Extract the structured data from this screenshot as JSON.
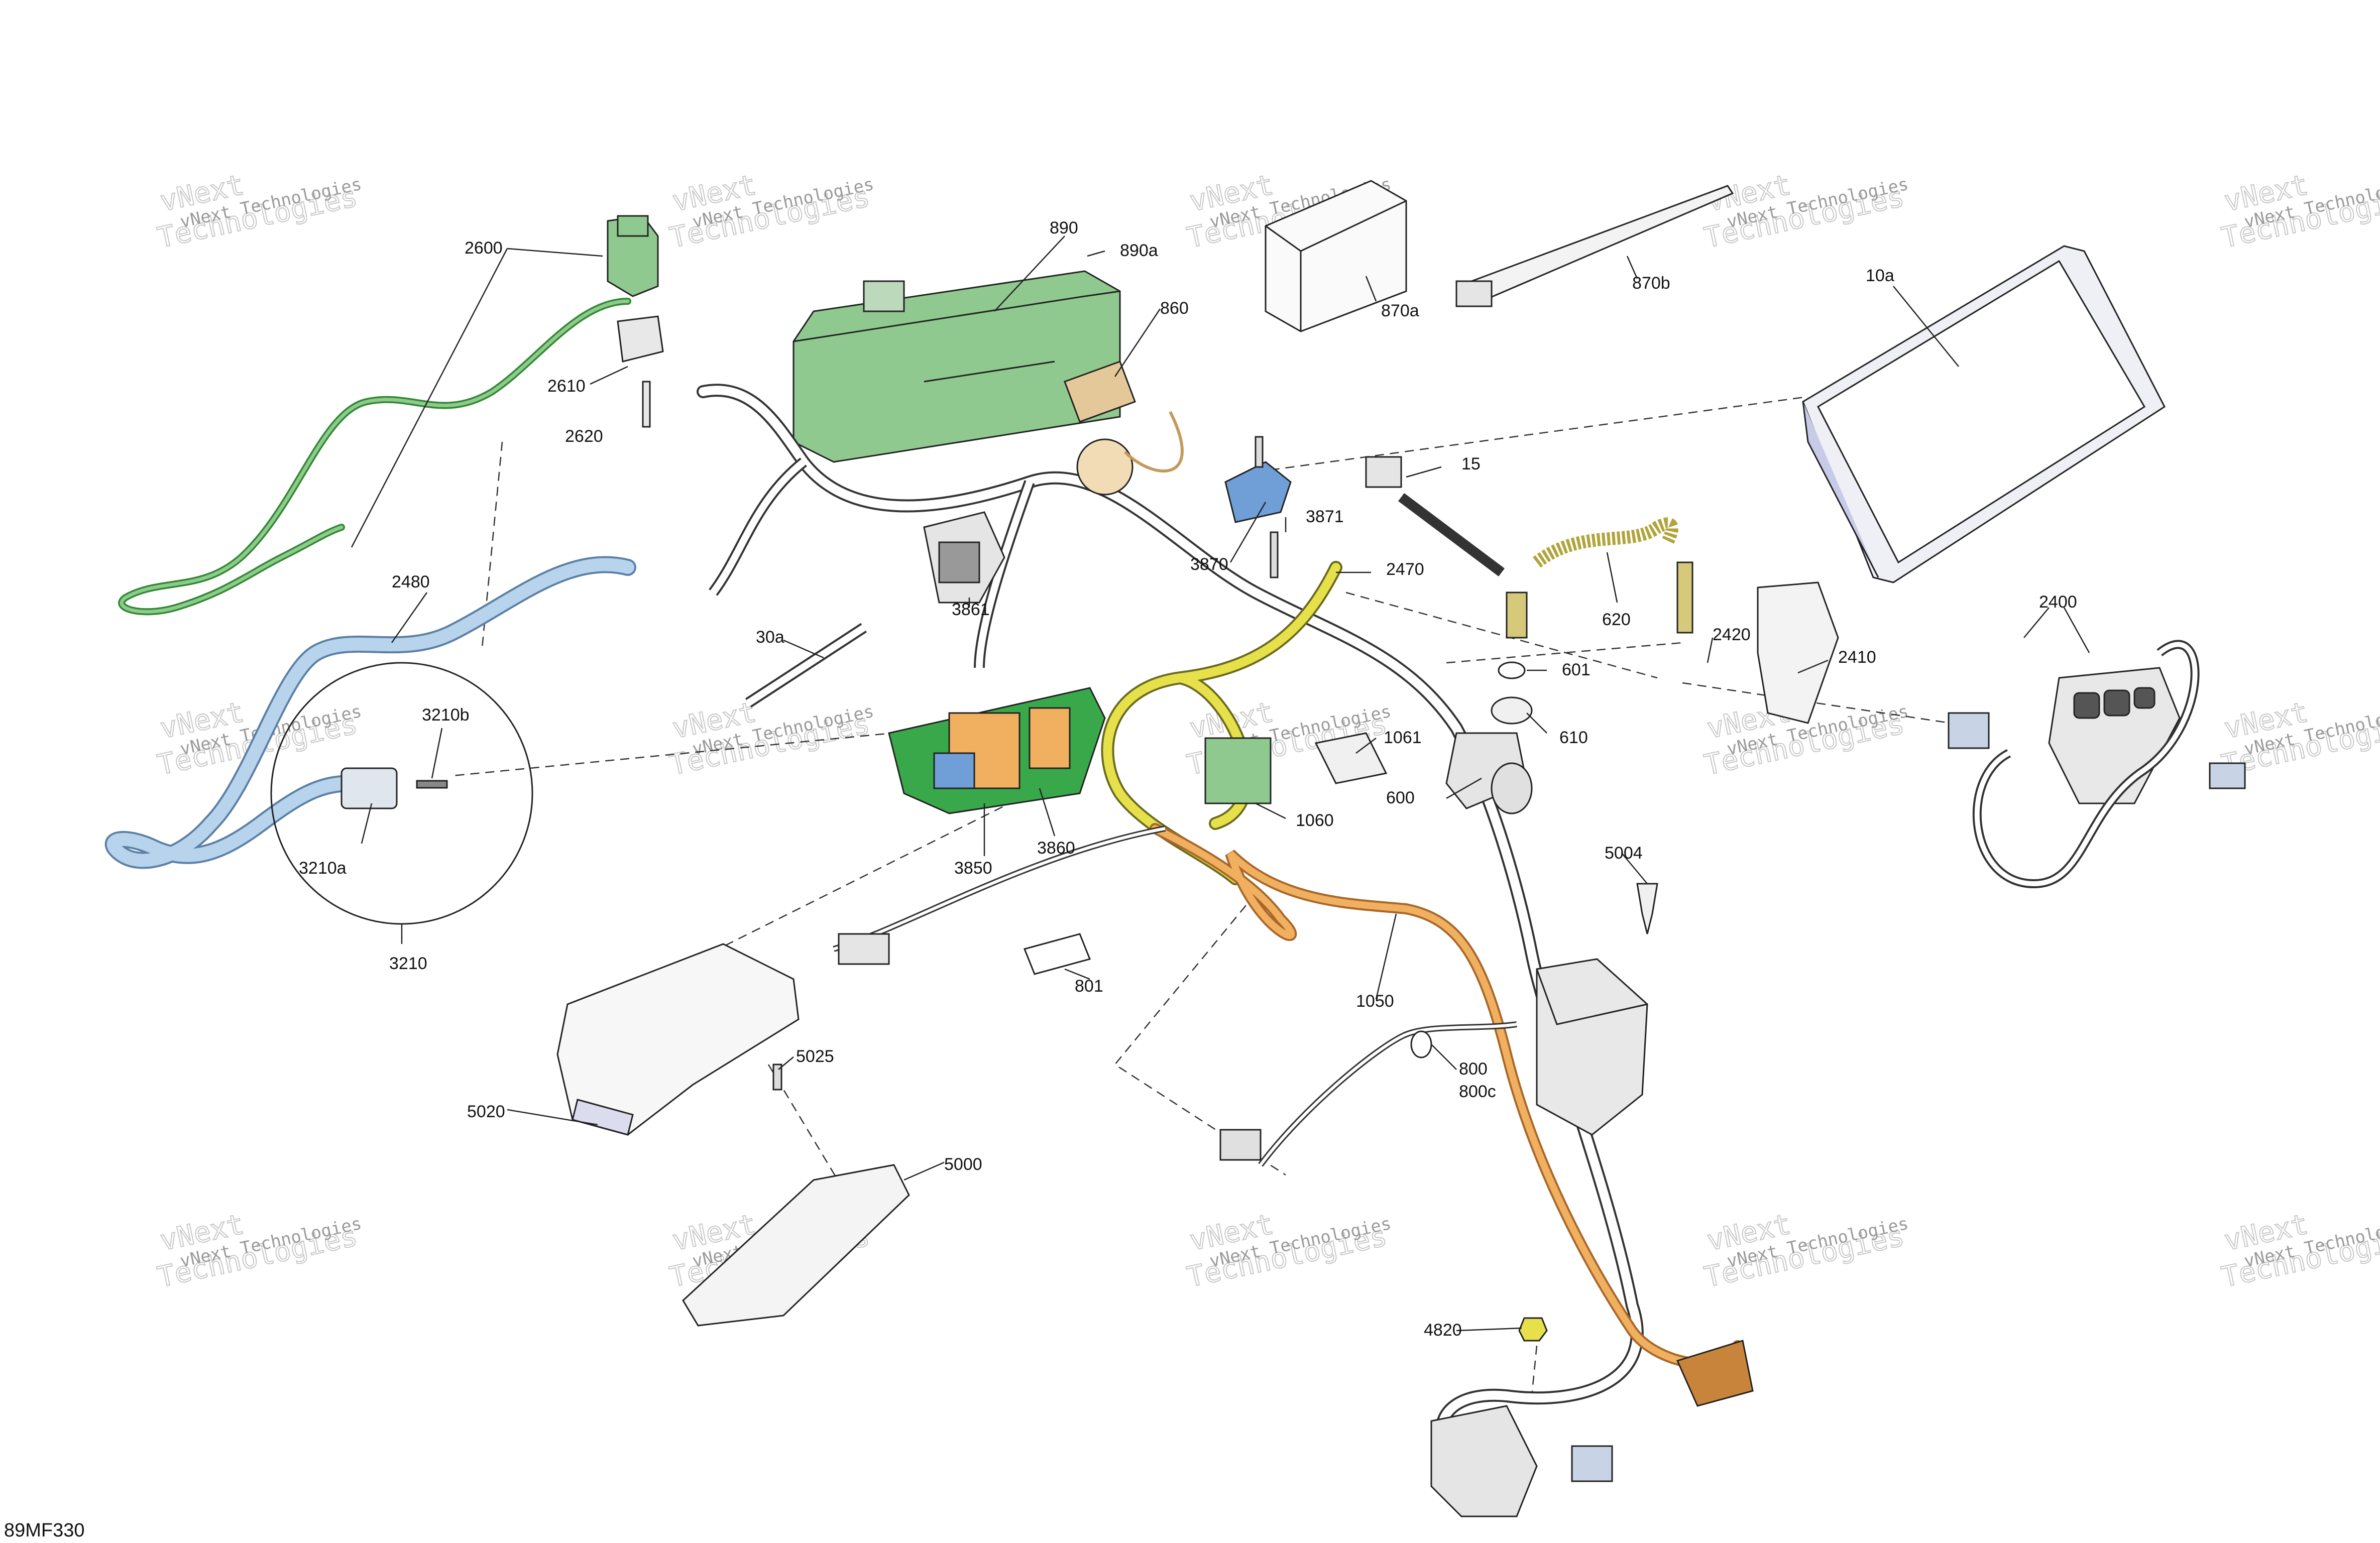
{
  "diagram": {
    "code": "89MF330",
    "watermark": {
      "line1": "vNext Technologies",
      "line2": "vNext",
      "line3": "Technologies"
    },
    "colors": {
      "green": "#8fc98f",
      "green_dark": "#2f8a2f",
      "blue_light": "#b8d4ec",
      "blue": "#6f9fd6",
      "yellow": "#e6e14a",
      "orange": "#f0b060",
      "tan": "#e5c89a",
      "pcb_green": "#38a84a",
      "grey": "#d9d9d9"
    },
    "callouts": {
      "c2600": "2600",
      "c2610": "2610",
      "c2620": "2620",
      "c890": "890",
      "c890a": "890a",
      "c860": "860",
      "c870a": "870a",
      "c870b": "870b",
      "c10a": "10a",
      "c15": "15",
      "c3870": "3870",
      "c3871": "3871",
      "c2470": "2470",
      "c620": "620",
      "c2420": "2420",
      "c2410": "2410",
      "c2400": "2400",
      "c601": "601",
      "c610": "610",
      "c2480": "2480",
      "c3861": "3861",
      "c30a": "30a",
      "c3210b": "3210b",
      "c3210a": "3210a",
      "c3210": "3210",
      "c3850": "3850",
      "c3860": "3860",
      "c1061": "1061",
      "c1060": "1060",
      "c600": "600",
      "c5004": "5004",
      "c801": "801",
      "c1050": "1050",
      "c5025": "5025",
      "c5020": "5020",
      "c5000": "5000",
      "c800": "800",
      "c800c": "800c",
      "c4820": "4820"
    }
  }
}
